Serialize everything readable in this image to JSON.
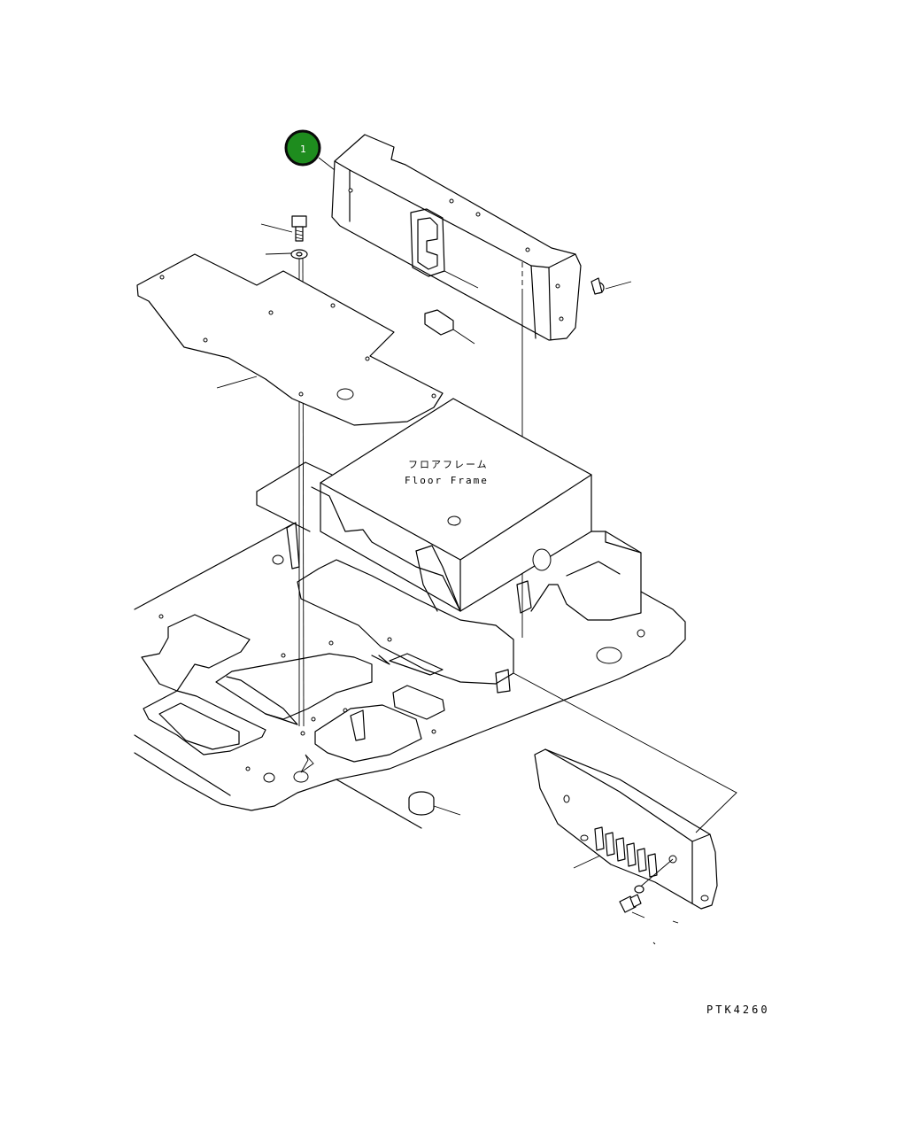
{
  "callouts": [
    {
      "number": "1",
      "color": "#1e8c1e",
      "border": "#0a0a0a"
    }
  ],
  "labels": {
    "floor_frame_jp": "フロアフレーム",
    "floor_frame_en": "Floor Frame"
  },
  "figure_code": "PTK4260"
}
